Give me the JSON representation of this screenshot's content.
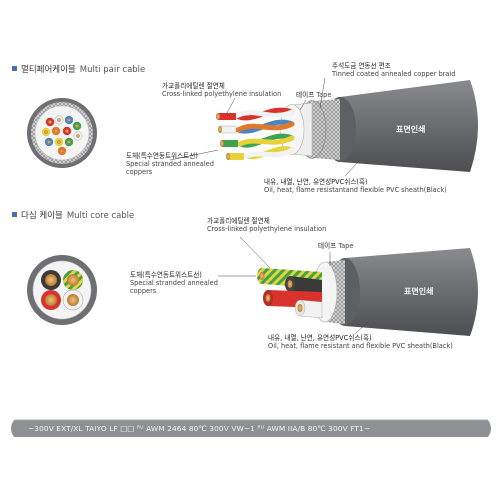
{
  "multi_pair": {
    "title_ko": "멀티페어케이블",
    "title_en": "Multi pair cable",
    "braid": {
      "ko": "주석도금 연동선 편조",
      "en": "Tinned coated annealed copper braid"
    },
    "insulation": {
      "ko": "가교폴리에틸렌 절연체",
      "en": "Cross-linked polyethylene insulation"
    },
    "tape": {
      "ko": "테이프",
      "en": "Tape"
    },
    "conductor": {
      "ko": "도체(특수연동트위스트선)",
      "en_line1": "Special stranded annealed",
      "en_line2": "coppers"
    },
    "sheath": {
      "ko": "내유, 내열, 난연, 유연성PVC쉬스(흑)",
      "en": "Oil, heat, flame resistantand flexible PVC sheath(Black)"
    },
    "print": "표면인쇄"
  },
  "multi_core": {
    "title_ko": "다심 케이블",
    "title_en": "Multi core cable",
    "insulation": {
      "ko": "가교폴리에틸렌 절연체",
      "en": "Cross-linked polyethylene insulation"
    },
    "tape": {
      "ko": "테이프",
      "en": "Tape"
    },
    "conductor": {
      "ko": "도체(특수연동트위스트선)",
      "en_line1": "Special stranded annealed",
      "en_line2": "coppers"
    },
    "sheath": {
      "ko": "내유, 내열, 난연, 유연성PVC쉬스(흑)",
      "en": "Oil, heat, flame resistant and flexible PVC sheath(Black)"
    },
    "print": "표면인쇄"
  },
  "strip": {
    "text": "−300V EXT/XL TAIYO LF □□ ᴿᵁ AWM 2464 80℃ 300V VW−1 ᴿᵁ AWM IIA/B 80℃ 300V FT1−"
  },
  "colors": {
    "sheath": "#6e6f72",
    "strip": "#8e9093",
    "section_marker": "#4a6fae",
    "pair_colors": [
      "#e8d23a",
      "#3fa34d",
      "#d9312b",
      "#f2f2f2",
      "#4a86c5",
      "#e07a2a"
    ]
  }
}
